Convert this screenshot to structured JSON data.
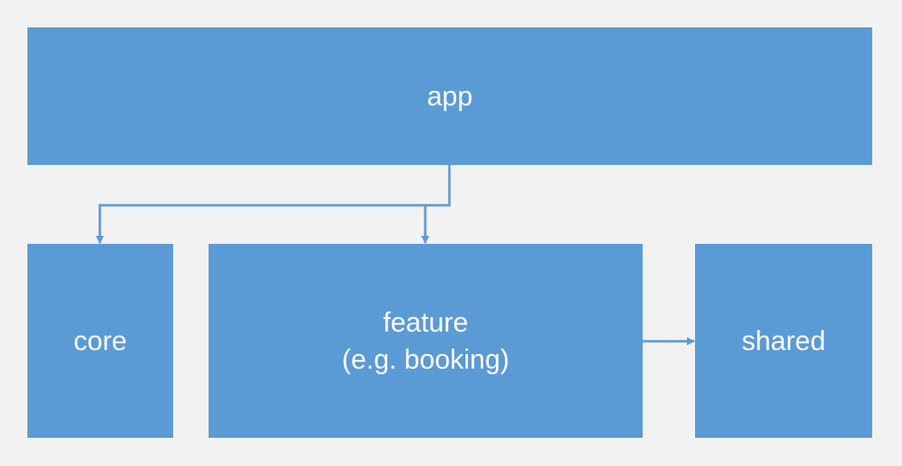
{
  "diagram": {
    "nodes": {
      "app": {
        "label": "app"
      },
      "core": {
        "label": "core"
      },
      "feature": {
        "lines": [
          "feature",
          "(e.g. booking)"
        ]
      },
      "shared": {
        "label": "shared"
      }
    },
    "edges": [
      {
        "from": "app",
        "to": "core"
      },
      {
        "from": "app",
        "to": "feature"
      },
      {
        "from": "feature",
        "to": "shared"
      }
    ],
    "colors": {
      "box": "#5b9bd5",
      "connector": "#5b9bd5",
      "background": "#f2f2f2",
      "text": "#ffffff"
    }
  }
}
